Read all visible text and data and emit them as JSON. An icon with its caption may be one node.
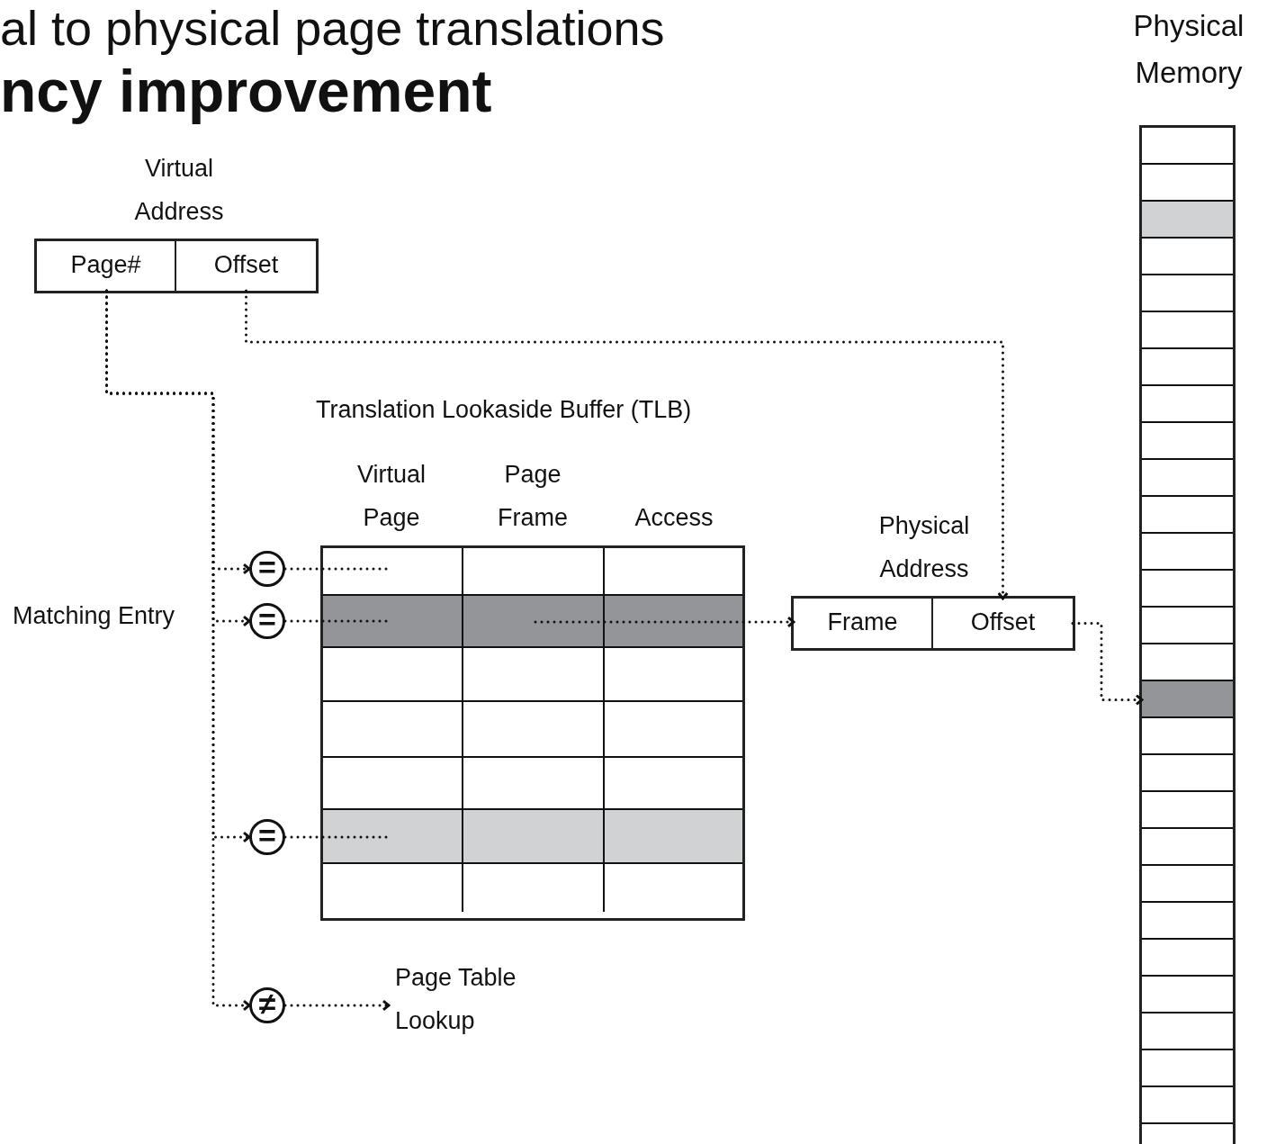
{
  "diagram": {
    "nodes": [
      {
        "text": [
          "Virtual Address"
        ]
      },
      {
        "text": [
          "Page#"
        ],
        "in": 0
      },
      {
        "text": [
          "Offset"
        ],
        "in": 0
      },
      {
        "text": [
          "Translation Lookaside Buffer (TLB)",
          "Virtual Page",
          "Page Frame",
          "Access"
        ]
      },
      {
        "text": [],
        "shape": "bar",
        "in": 3
      },
      {
        "text": [],
        "shape": "bar",
        "in": 3
      },
      {
        "text": [],
        "shape": "bar",
        "in": 3
      },
      {
        "text": [],
        "shape": "bar",
        "in": 3
      },
      {
        "text": [],
        "shape": "bar",
        "in": 3
      },
      {
        "text": [],
        "shape": "bar",
        "in": 3
      },
      {
        "text": [],
        "shape": "bar",
        "in": 3
      },
      {
        "text": [
          "="
        ]
      },
      {
        "text": [
          "="
        ]
      },
      {
        "text": [
          "="
        ]
      },
      {
        "text": [
          "≠"
        ]
      },
      {
        "text": [
          "Page Table Lookup"
        ]
      },
      {
        "text": [
          "Physical Address"
        ]
      },
      {
        "text": [
          "Frame"
        ],
        "in": 16
      },
      {
        "text": [
          "Offset"
        ],
        "in": 16
      },
      {
        "text": [
          "Physical Memory"
        ]
      },
      {
        "text": [],
        "shape": "bar",
        "in": 19
      },
      {
        "text": [],
        "shape": "bar",
        "in": 19
      },
      {
        "text": [],
        "shape": "bar",
        "in": 19
      },
      {
        "text": [],
        "shape": "bar",
        "in": 19
      },
      {
        "text": [],
        "shape": "bar",
        "in": 19
      },
      {
        "text": [],
        "shape": "bar",
        "in": 19
      },
      {
        "text": [],
        "shape": "bar",
        "in": 19
      },
      {
        "text": [],
        "shape": "bar",
        "in": 19
      },
      {
        "text": [],
        "shape": "bar",
        "in": 19
      },
      {
        "text": [],
        "shape": "bar",
        "in": 19
      },
      {
        "text": [],
        "shape": "bar",
        "in": 19
      },
      {
        "text": [],
        "shape": "bar",
        "in": 19
      },
      {
        "text": [],
        "shape": "bar",
        "in": 19
      },
      {
        "text": [],
        "shape": "bar",
        "in": 19
      },
      {
        "text": [],
        "shape": "bar",
        "in": 19
      },
      {
        "text": [],
        "shape": "bar",
        "in": 19
      },
      {
        "text": [],
        "shape": "bar",
        "in": 19
      },
      {
        "text": [],
        "shape": "bar",
        "in": 19
      },
      {
        "text": [],
        "shape": "bar",
        "in": 19
      },
      {
        "text": [],
        "shape": "bar",
        "in": 19
      },
      {
        "text": [],
        "shape": "bar",
        "in": 19
      },
      {
        "text": [],
        "shape": "bar",
        "in": 19
      },
      {
        "text": [],
        "shape": "bar",
        "in": 19
      },
      {
        "text": [],
        "shape": "bar",
        "in": 19
      },
      {
        "text": [],
        "shape": "bar",
        "in": 19
      },
      {
        "text": [],
        "shape": "bar",
        "in": 19
      },
      {
        "text": [],
        "shape": "bar",
        "in": 19
      }
    ],
    "edges": [
      {
        "from": 1,
        "to": 11,
        "arrow": "to"
      },
      {
        "from": 1,
        "to": 12,
        "arrow": "to"
      },
      {
        "from": 1,
        "to": 13,
        "arrow": "to"
      },
      {
        "from": 1,
        "to": 14,
        "arrow": "to"
      },
      {
        "from": 11,
        "to": 4,
        "arrow": "none"
      },
      {
        "from": 12,
        "to": 5,
        "arrow": "none"
      },
      {
        "from": 13,
        "to": 9,
        "arrow": "none"
      },
      {
        "from": 14,
        "to": 15,
        "arrow": "to"
      },
      {
        "from": 5,
        "to": 17,
        "arrow": "to"
      },
      {
        "from": 2,
        "to": 18,
        "arrow": "to"
      },
      {
        "from": 18,
        "to": 35,
        "arrow": "to"
      }
    ],
    "labels": [
      "al to physical page translations",
      "ncy improvement",
      "Matching Entry"
    ]
  }
}
